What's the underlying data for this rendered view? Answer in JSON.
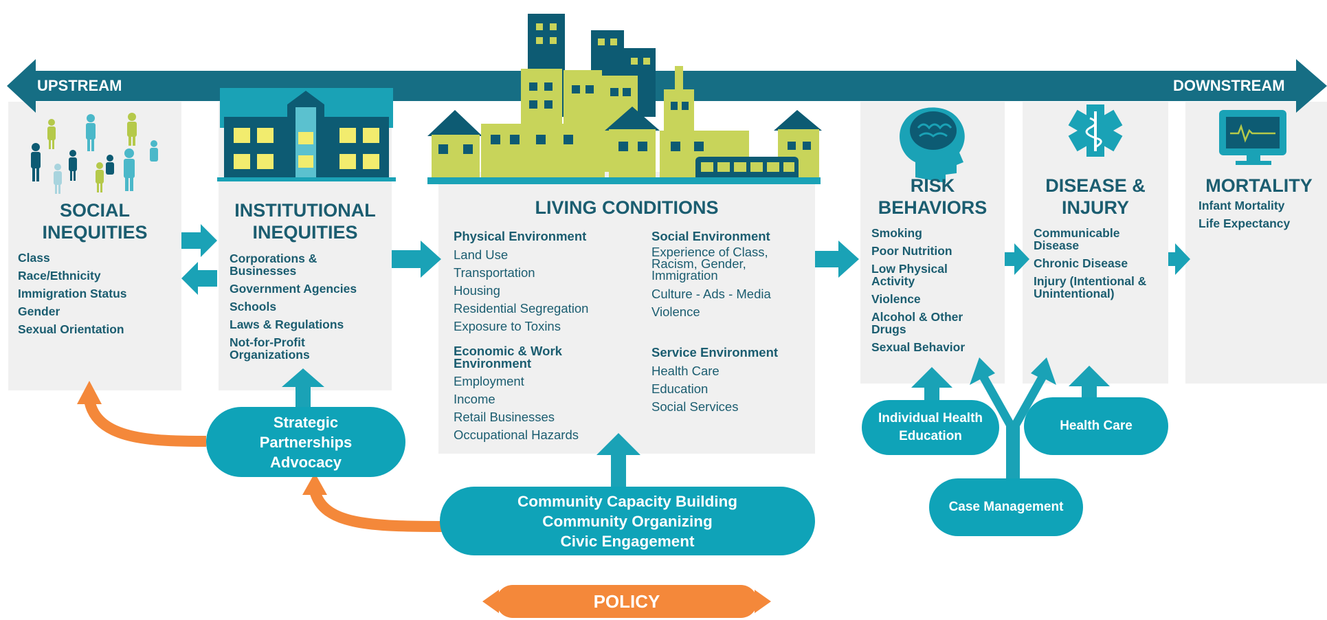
{
  "colors": {
    "band": "#166e84",
    "teal": "#0fa3b8",
    "orange": "#f4883a",
    "panel": "#f0f0f0",
    "text": "#1b5d70",
    "building": "#c8d45a"
  },
  "band": {
    "upstream": "UPSTREAM",
    "downstream": "DOWNSTREAM"
  },
  "social": {
    "title_1": "SOCIAL",
    "title_2": "INEQUITIES",
    "items": [
      "Class",
      "Race/Ethnicity",
      "Immigration Status",
      "Gender",
      "Sexual Orientation"
    ]
  },
  "institutional": {
    "title_1": "INSTITUTIONAL",
    "title_2": "INEQUITIES",
    "items": [
      "Corporations & Businesses",
      "Government Agencies",
      "Schools",
      "Laws & Regulations",
      "Not-for-Profit Organizations"
    ]
  },
  "living": {
    "title": "LIVING CONDITIONS",
    "physical": {
      "heading": "Physical Environment",
      "items": [
        "Land Use",
        "Transportation",
        "Housing",
        "Residential Segregation",
        "Exposure to Toxins"
      ]
    },
    "economic": {
      "heading": "Economic & Work Environment",
      "items": [
        "Employment",
        "Income",
        "Retail Businesses",
        "Occupational Hazards"
      ]
    },
    "social_env": {
      "heading": "Social Environment",
      "items": [
        "Experience of Class, Racism, Gender, Immigration",
        "Culture - Ads - Media",
        "Violence"
      ]
    },
    "service": {
      "heading": "Service Environment",
      "items": [
        "Health Care",
        "Education",
        "Social Services"
      ]
    }
  },
  "risk": {
    "title_1": "RISK",
    "title_2": "BEHAVIORS",
    "items": [
      "Smoking",
      "Poor Nutrition",
      "Low Physical Activity",
      "Violence",
      "Alcohol & Other Drugs",
      "Sexual Behavior"
    ]
  },
  "disease": {
    "title_1": "DISEASE &",
    "title_2": "INJURY",
    "items": [
      "Communicable Disease",
      "Chronic Disease",
      "Injury (Intentional & Unintentional)"
    ]
  },
  "mortality": {
    "title": "MORTALITY",
    "items": [
      "Infant Mortality",
      "Life Expectancy"
    ]
  },
  "interventions": {
    "strategic": [
      "Strategic",
      "Partnerships",
      "Advocacy"
    ],
    "community": [
      "Community Capacity Building",
      "Community Organizing",
      "Civic Engagement"
    ],
    "individual": [
      "Individual Health",
      "Education"
    ],
    "health_care": "Health Care",
    "case_management": "Case Management",
    "policy": "POLICY"
  },
  "icons": [
    "people-icon",
    "school-building-icon",
    "city-skyline-icon",
    "brain-head-icon",
    "star-of-life-icon",
    "heart-monitor-icon"
  ]
}
